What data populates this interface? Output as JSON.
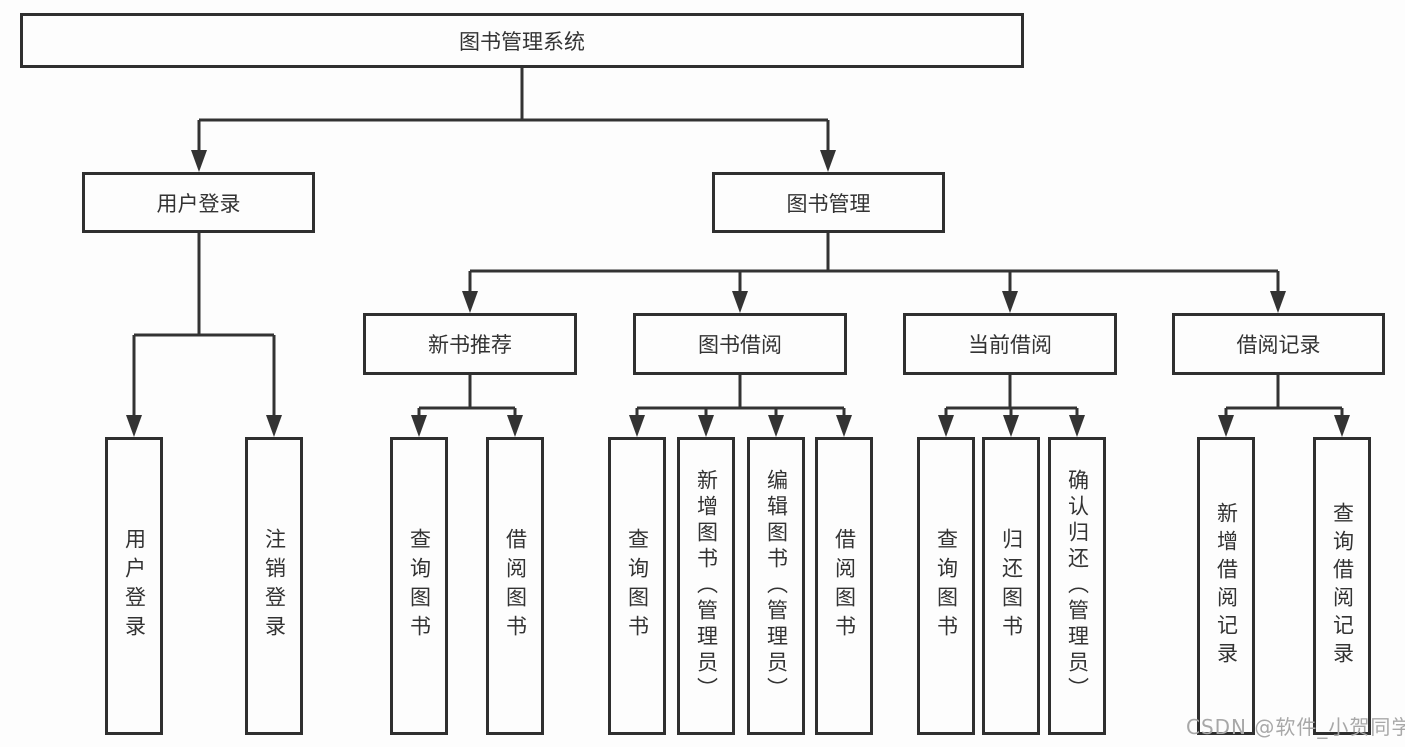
{
  "tree": {
    "root": "图书管理系统",
    "branches": [
      {
        "label": "用户登录",
        "children": [
          "用户登录",
          "注销登录"
        ]
      },
      {
        "label": "图书管理",
        "sections": [
          {
            "label": "新书推荐",
            "children": [
              "查询图书",
              "借阅图书"
            ]
          },
          {
            "label": "图书借阅",
            "children": [
              "查询图书",
              "新增图书（管理员）",
              "编辑图书（管理员）",
              "借阅图书"
            ]
          },
          {
            "label": "当前借阅",
            "children": [
              "查询图书",
              "归还图书",
              "确认归还（管理员）"
            ]
          },
          {
            "label": "借阅记录",
            "children": [
              "新增借阅记录",
              "查询借阅记录"
            ]
          }
        ]
      }
    ]
  },
  "watermark": {
    "text": "CSDN @软件_小贺同学"
  },
  "colors": {
    "line": "#333333",
    "box_border": "#2f2f2f",
    "box_fill": "#fdfdfd",
    "text": "#333333",
    "background": "#fdfdfd",
    "watermark": "#a8a8a8"
  }
}
